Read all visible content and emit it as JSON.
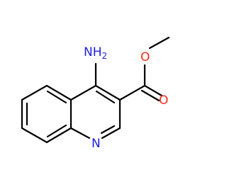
{
  "molecule": {
    "labels": {
      "amine_n": "N",
      "amine_h": "H",
      "amine_h_count": "2",
      "ring_n": "N",
      "ether_o": "O",
      "carbonyl_o": "O"
    },
    "colors": {
      "bond": "#000000",
      "nitrogen": "#2020e0",
      "oxygen": "#ff2a1a"
    }
  }
}
